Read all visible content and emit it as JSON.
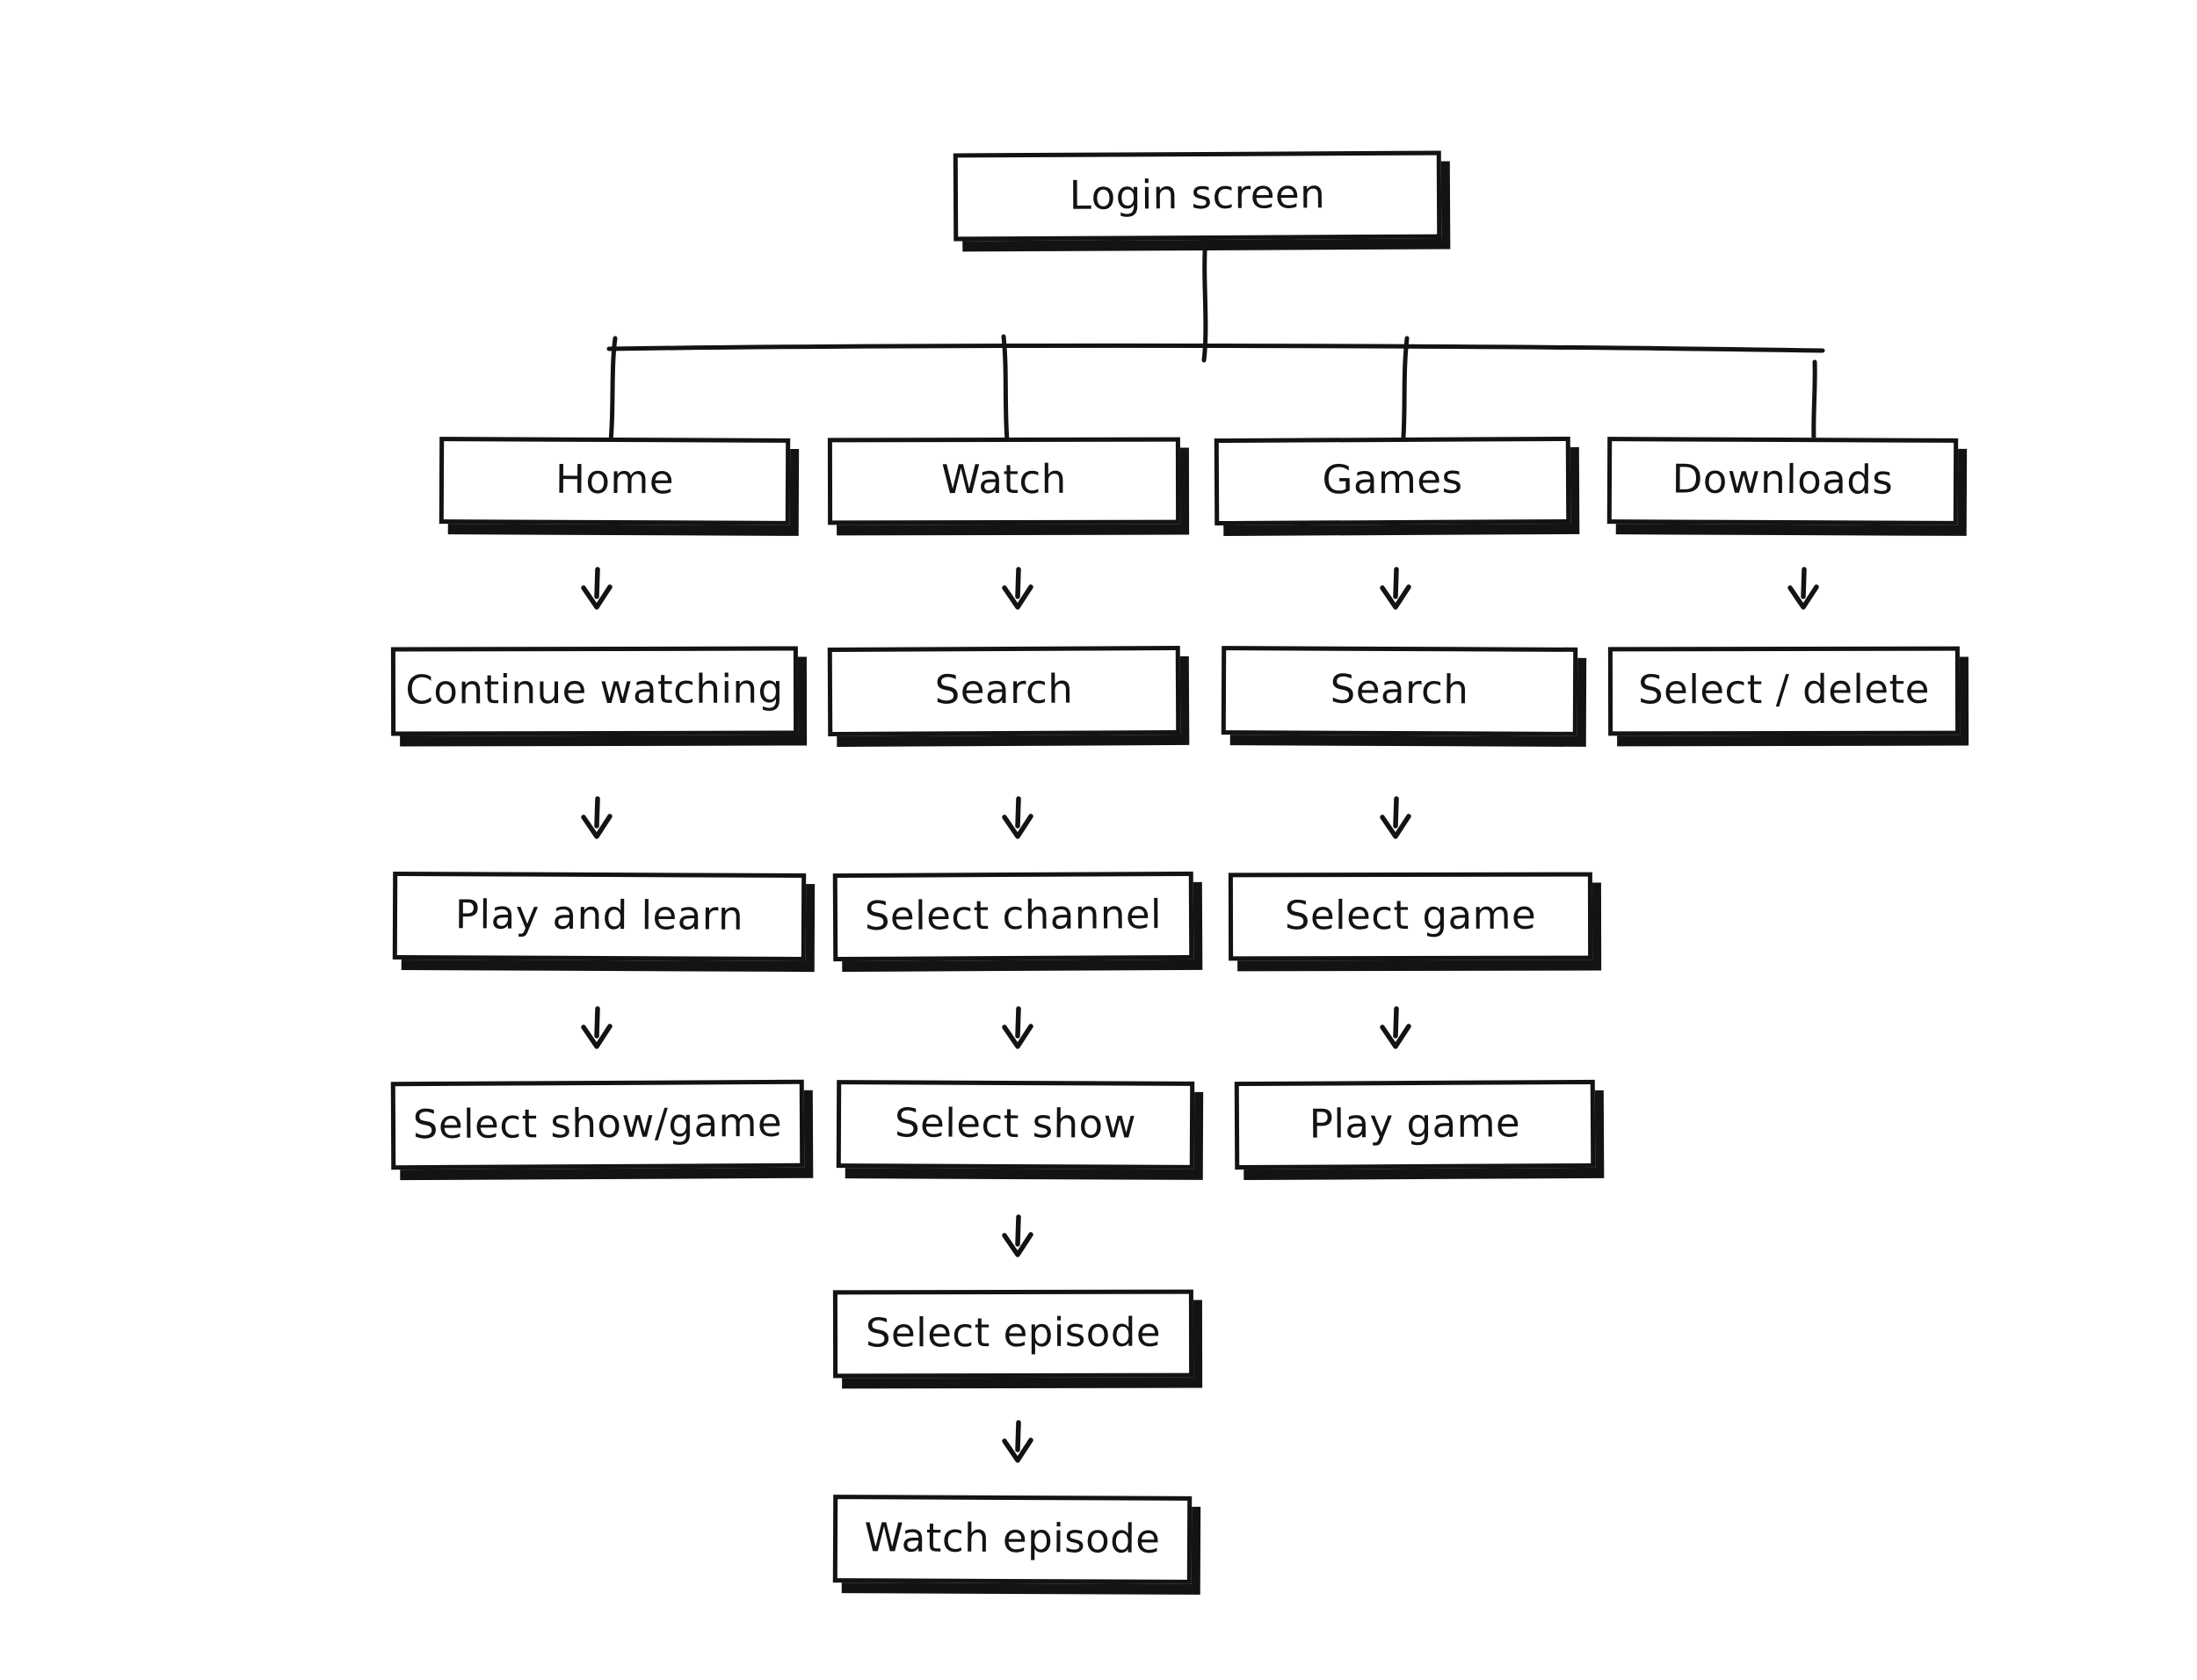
{
  "diagram": {
    "type": "flowchart",
    "style": "hand-drawn whiteboard tree",
    "colors": {
      "background": "#ffffff",
      "node_fill": "#ffffff",
      "stroke": "#131313",
      "shadow": "#131313",
      "text": "#131313"
    },
    "icons": {
      "down_arrow": "↓"
    },
    "nodes": [
      {
        "id": "login-screen",
        "label": "Login screen"
      },
      {
        "id": "home",
        "label": "Home"
      },
      {
        "id": "watch",
        "label": "Watch"
      },
      {
        "id": "games",
        "label": "Games"
      },
      {
        "id": "downloads",
        "label": "Downloads"
      },
      {
        "id": "continue-watching",
        "label": "Continue watching"
      },
      {
        "id": "search-watch",
        "label": "Search"
      },
      {
        "id": "search-games",
        "label": "Search"
      },
      {
        "id": "select-delete",
        "label": "Select / delete"
      },
      {
        "id": "play-and-learn",
        "label": "Play and learn"
      },
      {
        "id": "select-channel",
        "label": "Select channel"
      },
      {
        "id": "select-game",
        "label": "Select game"
      },
      {
        "id": "select-show-game",
        "label": "Select show/game"
      },
      {
        "id": "select-show",
        "label": "Select show"
      },
      {
        "id": "play-game",
        "label": "Play game"
      },
      {
        "id": "select-episode",
        "label": "Select episode"
      },
      {
        "id": "watch-episode",
        "label": "Watch episode"
      }
    ],
    "edges": [
      {
        "from": "login-screen",
        "to": "home"
      },
      {
        "from": "login-screen",
        "to": "watch"
      },
      {
        "from": "login-screen",
        "to": "games"
      },
      {
        "from": "login-screen",
        "to": "downloads"
      },
      {
        "from": "home",
        "to": "continue-watching"
      },
      {
        "from": "continue-watching",
        "to": "play-and-learn"
      },
      {
        "from": "play-and-learn",
        "to": "select-show-game"
      },
      {
        "from": "watch",
        "to": "search-watch"
      },
      {
        "from": "search-watch",
        "to": "select-channel"
      },
      {
        "from": "select-channel",
        "to": "select-show"
      },
      {
        "from": "select-show",
        "to": "select-episode"
      },
      {
        "from": "select-episode",
        "to": "watch-episode"
      },
      {
        "from": "games",
        "to": "search-games"
      },
      {
        "from": "search-games",
        "to": "select-game"
      },
      {
        "from": "select-game",
        "to": "play-game"
      },
      {
        "from": "downloads",
        "to": "select-delete"
      }
    ]
  }
}
